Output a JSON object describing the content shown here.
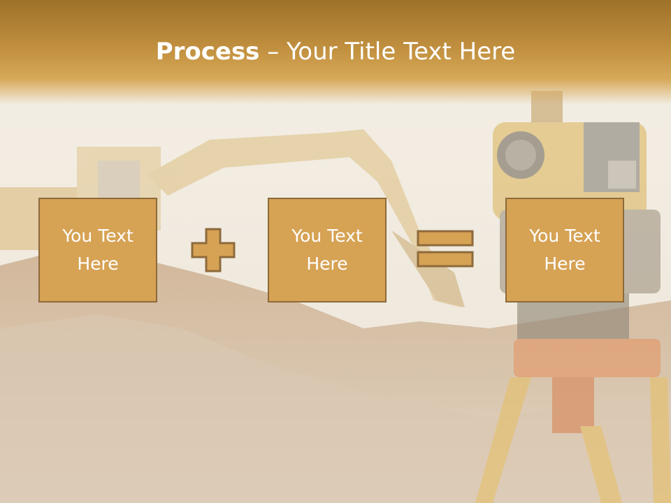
{
  "slide": {
    "title_bold": "Process",
    "title_rest": " – Your Title Text Here"
  },
  "boxes": [
    {
      "line1": "You Text",
      "line2": "Here"
    },
    {
      "line1": "You Text",
      "line2": "Here"
    },
    {
      "line1": "You Text",
      "line2": "Here"
    }
  ],
  "operators": [
    "plus-icon",
    "equals-icon"
  ],
  "colors": {
    "banner": "#c08f3e",
    "box_fill": "#d6a254",
    "box_border": "#8d6a3b",
    "text": "#ffffff"
  }
}
